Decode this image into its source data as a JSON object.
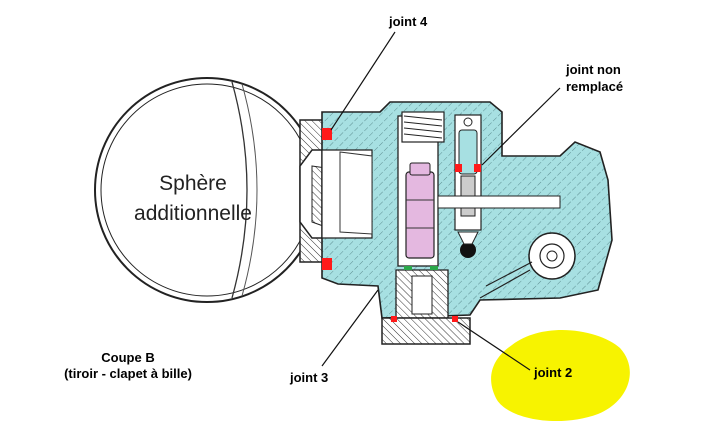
{
  "sphere": {
    "line1": "Sphère",
    "line2": "additionnelle"
  },
  "labels": {
    "joint4": "joint 4",
    "joint_non_line1": "joint non",
    "joint_non_line2": "remplacé",
    "joint3": "joint 3",
    "joint2": "joint 2"
  },
  "caption": {
    "line1": "Coupe B",
    "line2": "(tiroir - clapet à bille)"
  },
  "colors": {
    "body": "#a7e0e2",
    "hatch": "#5e8f92",
    "seal": "#ff1a1a",
    "spool": "#e4b8e0",
    "highlight": "#f7f300",
    "green": "#2aa84a"
  }
}
